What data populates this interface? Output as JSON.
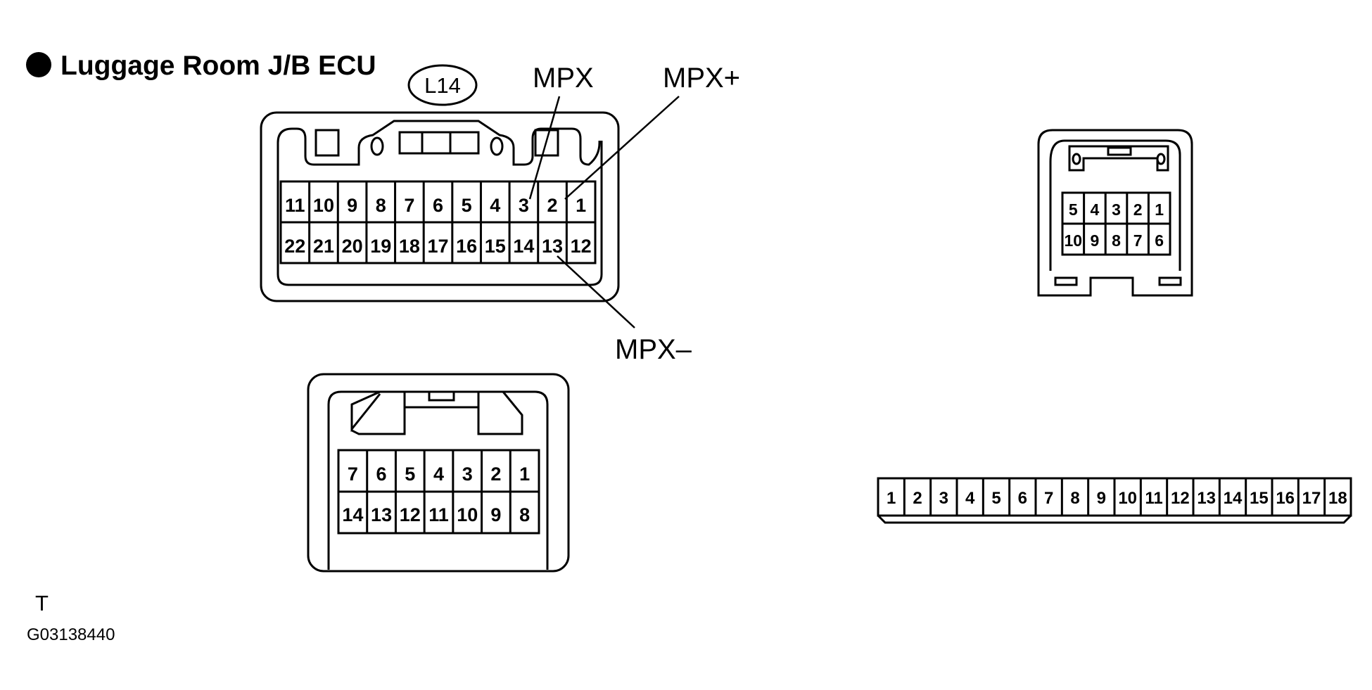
{
  "title": "Luggage Room J/B ECU",
  "connector_code": "L14",
  "labels": {
    "mpx": "MPX",
    "mpx_plus": "MPX+",
    "mpx_minus": "MPX–"
  },
  "connector_l14": {
    "top_row": [
      "11",
      "10",
      "9",
      "8",
      "7",
      "6",
      "5",
      "4",
      "3",
      "2",
      "1"
    ],
    "bottom_row": [
      "22",
      "21",
      "20",
      "19",
      "18",
      "17",
      "16",
      "15",
      "14",
      "13",
      "12"
    ]
  },
  "connector_14pin": {
    "top_row": [
      "7",
      "6",
      "5",
      "4",
      "3",
      "2",
      "1"
    ],
    "bottom_row": [
      "14",
      "13",
      "12",
      "11",
      "10",
      "9",
      "8"
    ]
  },
  "connector_10pin": {
    "top_row": [
      "5",
      "4",
      "3",
      "2",
      "1"
    ],
    "bottom_row": [
      "10",
      "9",
      "8",
      "7",
      "6"
    ]
  },
  "connector_18pin": {
    "row": [
      "1",
      "2",
      "3",
      "4",
      "5",
      "6",
      "7",
      "8",
      "9",
      "10",
      "11",
      "12",
      "13",
      "14",
      "15",
      "16",
      "17",
      "18"
    ]
  },
  "footer": {
    "letter": "T",
    "figure_id": "G03138440"
  }
}
